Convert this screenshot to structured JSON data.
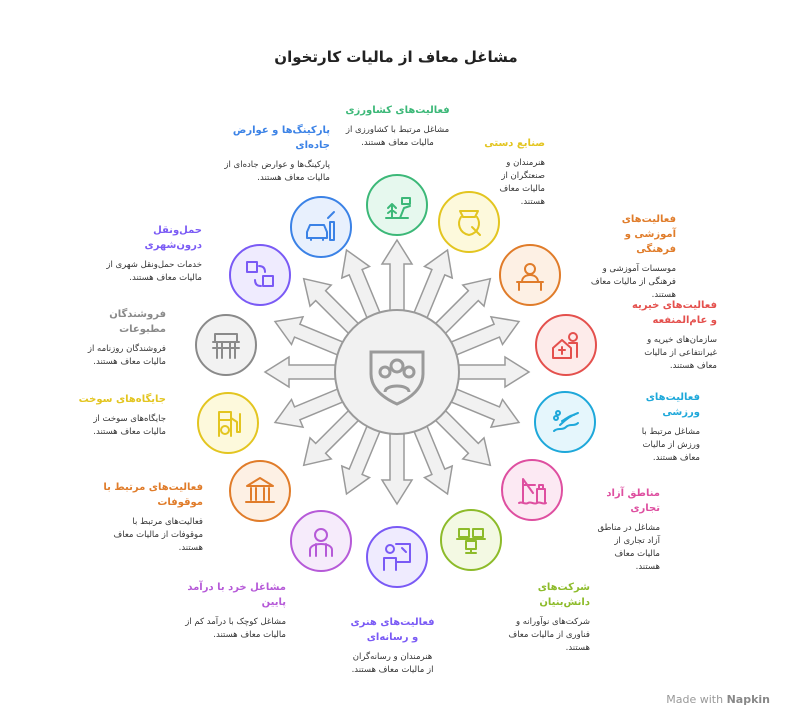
{
  "title": "مشاغل معاف از مالیات کارتخوان",
  "center_icon": "group-shield-icon",
  "items": [
    {
      "title": "فعالیت‌های کشاورزی",
      "desc": "مشاغل مرتبط با کشاورزی از مالیات معاف هستند.",
      "color": "#3cb878",
      "bg": "#e6f8ee",
      "icon": "farmer-icon"
    },
    {
      "title": "صنایع دستی",
      "desc": "هنرمندان و صنعتگران از مالیات معاف هستند.",
      "color": "#e3c520",
      "bg": "#fdf9dc",
      "icon": "pottery-icon"
    },
    {
      "title": "فعالیت‌های آموزشی و فرهنگی",
      "desc": "موسسات آموزشی و فرهنگی از مالیات معاف هستند.",
      "color": "#e07c2a",
      "bg": "#fdf0e4",
      "icon": "teacher-icon"
    },
    {
      "title": "فعالیت‌های خیریه و عام‌المنفعه",
      "desc": "سازمان‌های خیریه و غیرانتفاعی از مالیات معاف هستند.",
      "color": "#e4504d",
      "bg": "#fdebea",
      "icon": "charity-house-icon"
    },
    {
      "title": "فعالیت‌های ورزشی",
      "desc": "مشاغل مرتبط با ورزش از مالیات معاف هستند.",
      "color": "#1ea8da",
      "bg": "#e5f6fc",
      "icon": "swimmer-icon"
    },
    {
      "title": "مناطق آزاد تجاری",
      "desc": "مشاغل در مناطق آزاد تجاری از مالیات معاف هستند.",
      "color": "#de4fa0",
      "bg": "#fce9f3",
      "icon": "port-crane-icon"
    },
    {
      "title": "شرکت‌های دانش‌بنیان",
      "desc": "شرکت‌های نوآورانه و فناوری از مالیات معاف هستند.",
      "color": "#8dbb2a",
      "bg": "#f3f9e3",
      "icon": "computers-icon"
    },
    {
      "title": "فعالیت‌های هنری و رسانه‌ای",
      "desc": "هنرمندان و رسانه‌گران از مالیات معاف هستند.",
      "color": "#7a5af5",
      "bg": "#efebfe",
      "icon": "painter-icon"
    },
    {
      "title": "مشاغل خرد با درآمد پایین",
      "desc": "مشاغل کوچک با درآمد کم از مالیات معاف هستند.",
      "color": "#b65ad8",
      "bg": "#f6ebfb",
      "icon": "worker-icon"
    },
    {
      "title": "فعالیت‌های مرتبط با موقوفات",
      "desc": "فعالیت‌های مرتبط با موقوفات از مالیات معاف هستند.",
      "color": "#e07c2a",
      "bg": "#fdf0e4",
      "icon": "institution-icon"
    },
    {
      "title": "جایگاه‌های سوخت",
      "desc": "جایگاه‌های سوخت از مالیات معاف هستند.",
      "color": "#e3c520",
      "bg": "#fdf9dc",
      "icon": "fuel-pump-icon"
    },
    {
      "title": "فروشندگان مطبوعات",
      "desc": "فروشندگان روزنامه از مالیات معاف هستند.",
      "color": "#8a8a8a",
      "bg": "#f2f2f2",
      "icon": "newsstand-icon"
    },
    {
      "title": "حمل‌ونقل درون‌شهری",
      "desc": "خدمات حمل‌ونقل شهری از مالیات معاف هستند.",
      "color": "#7a5af5",
      "bg": "#efebfe",
      "icon": "bus-transfer-icon"
    },
    {
      "title": "پارکینگ‌ها و عوارض جاده‌ای",
      "desc": "پارکینگ‌ها و عوارض جاده‌ای از مالیات معاف هستند.",
      "color": "#3b82e6",
      "bg": "#e8f0fd",
      "icon": "car-toll-icon"
    }
  ],
  "footer": {
    "made_with": "Made with",
    "brand": "Napkin"
  }
}
